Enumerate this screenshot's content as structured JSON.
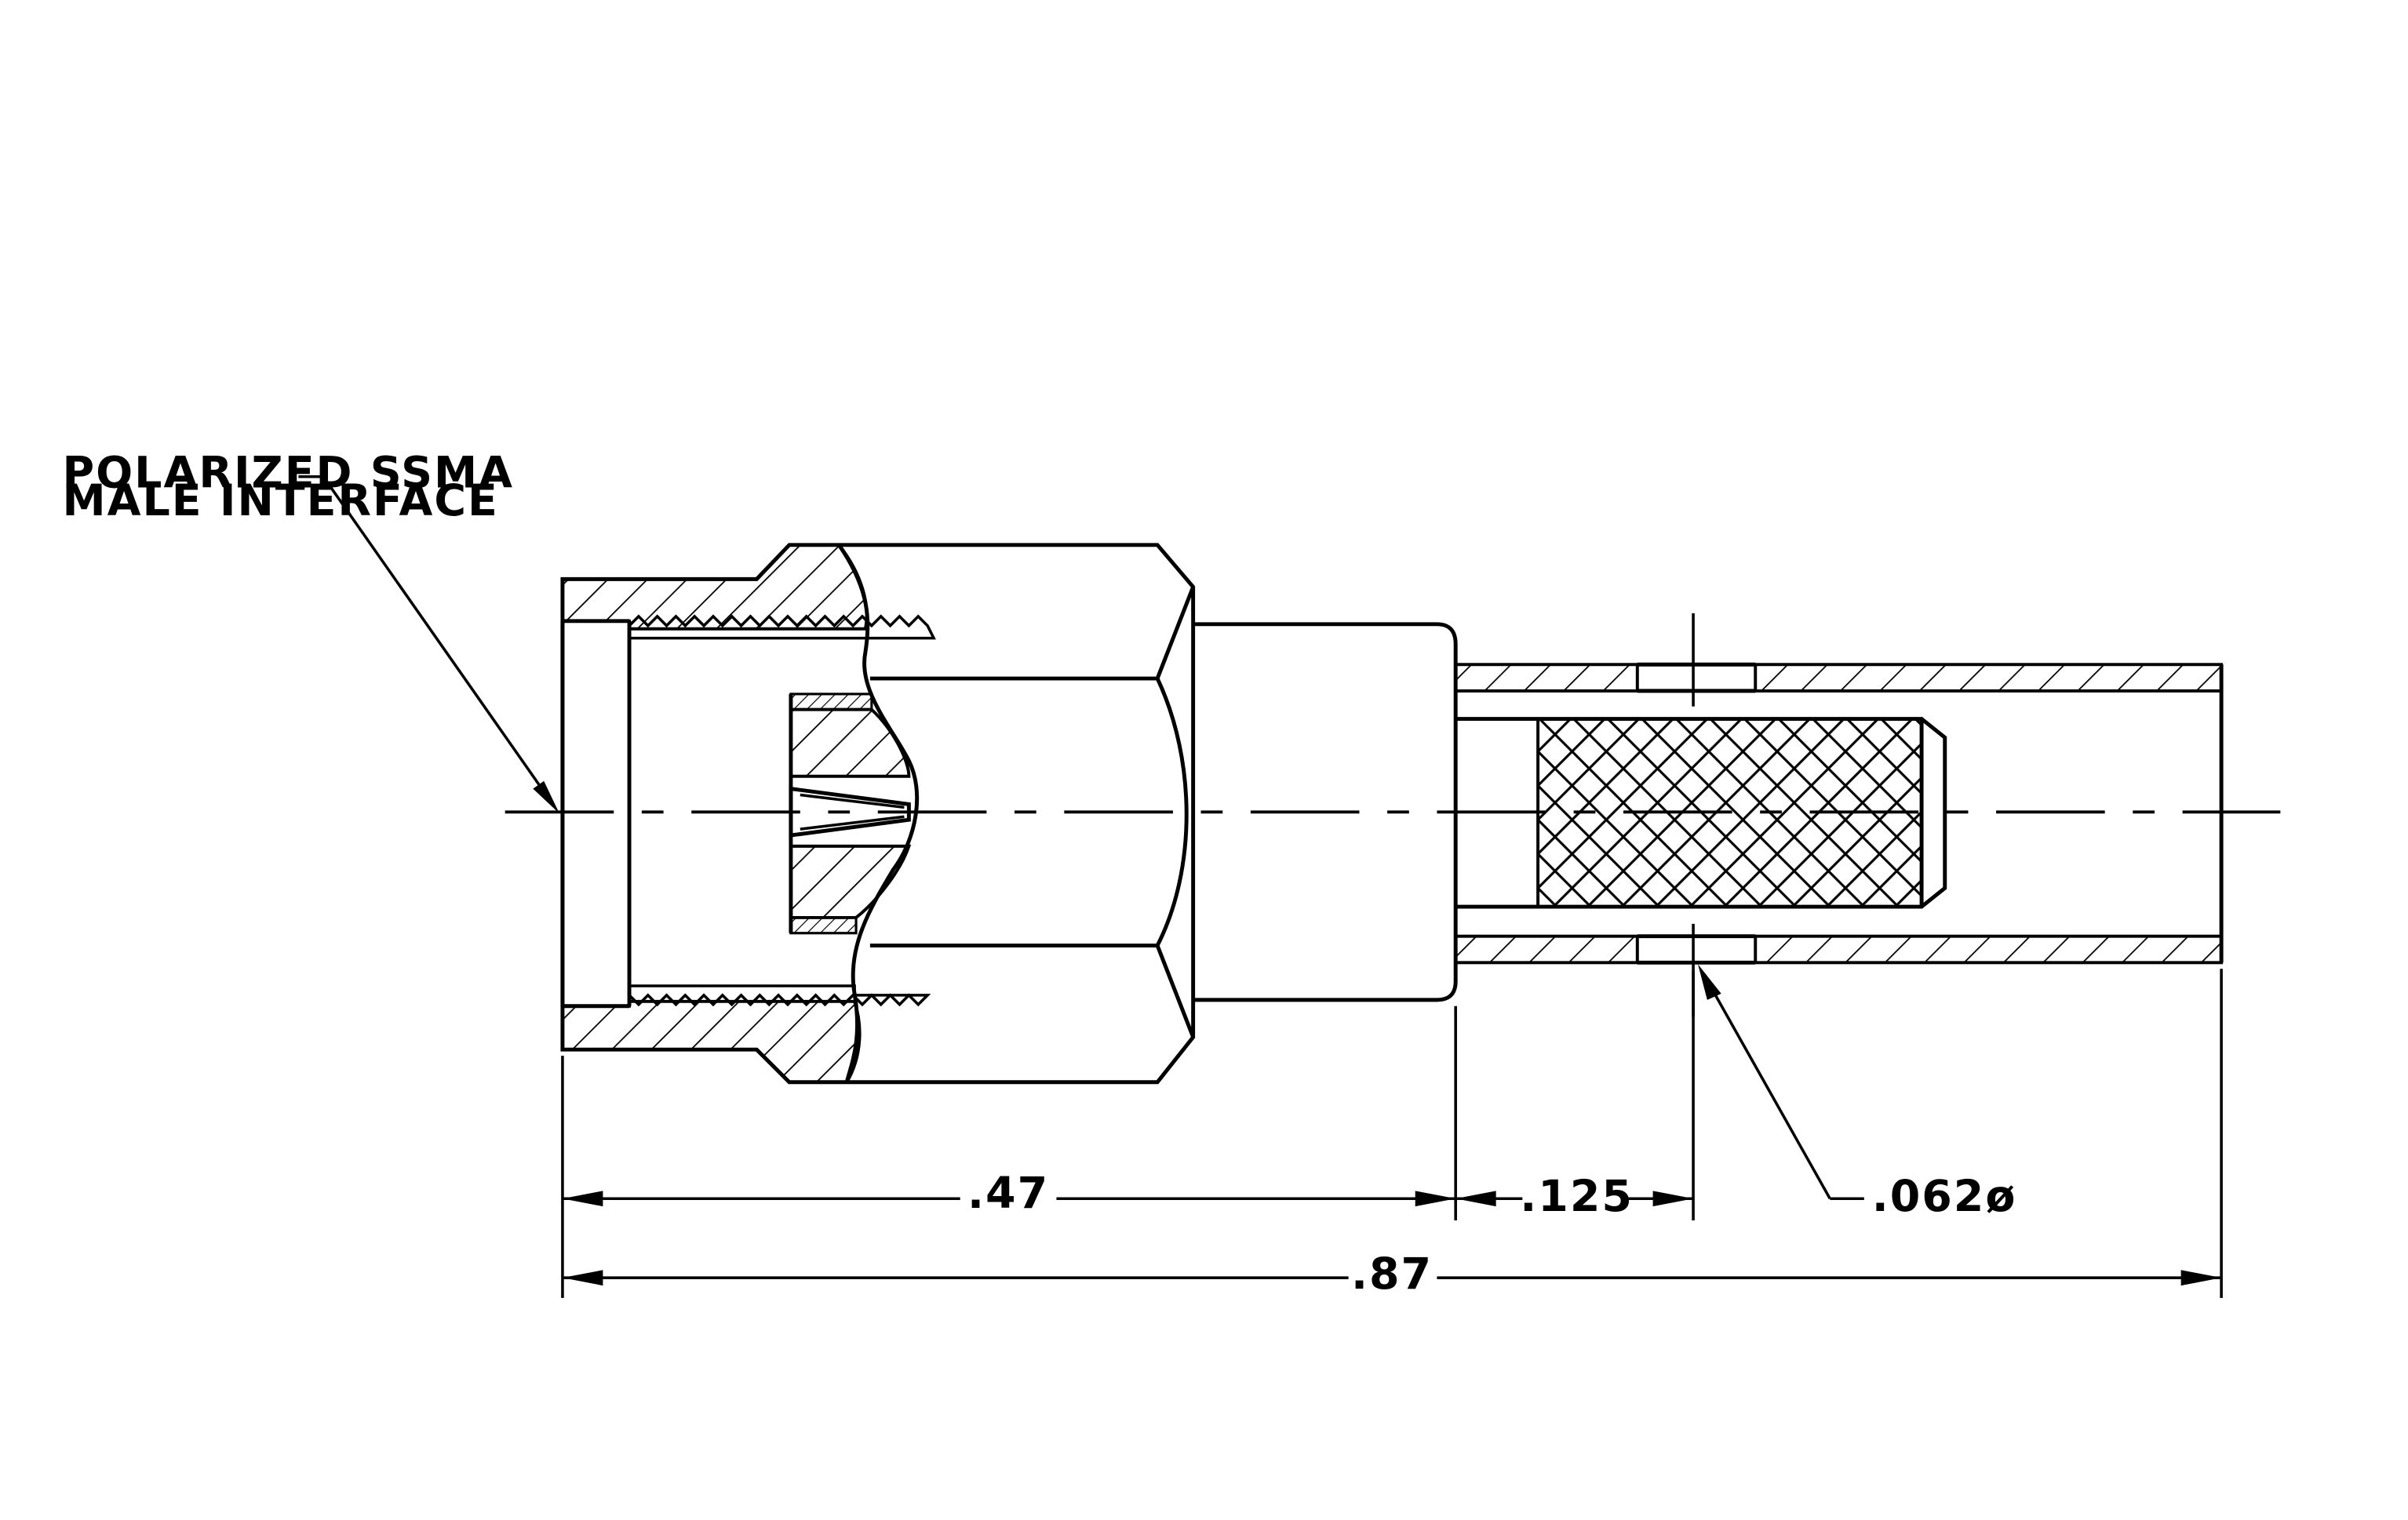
{
  "drawing": {
    "callouts": {
      "interface_line1": "POLARIZED SSMA",
      "interface_line2": "MALE INTERFACE",
      "diameter": ".062ø"
    },
    "dimensions": {
      "d1": ".47",
      "d2": ".125",
      "overall": ".87"
    }
  }
}
